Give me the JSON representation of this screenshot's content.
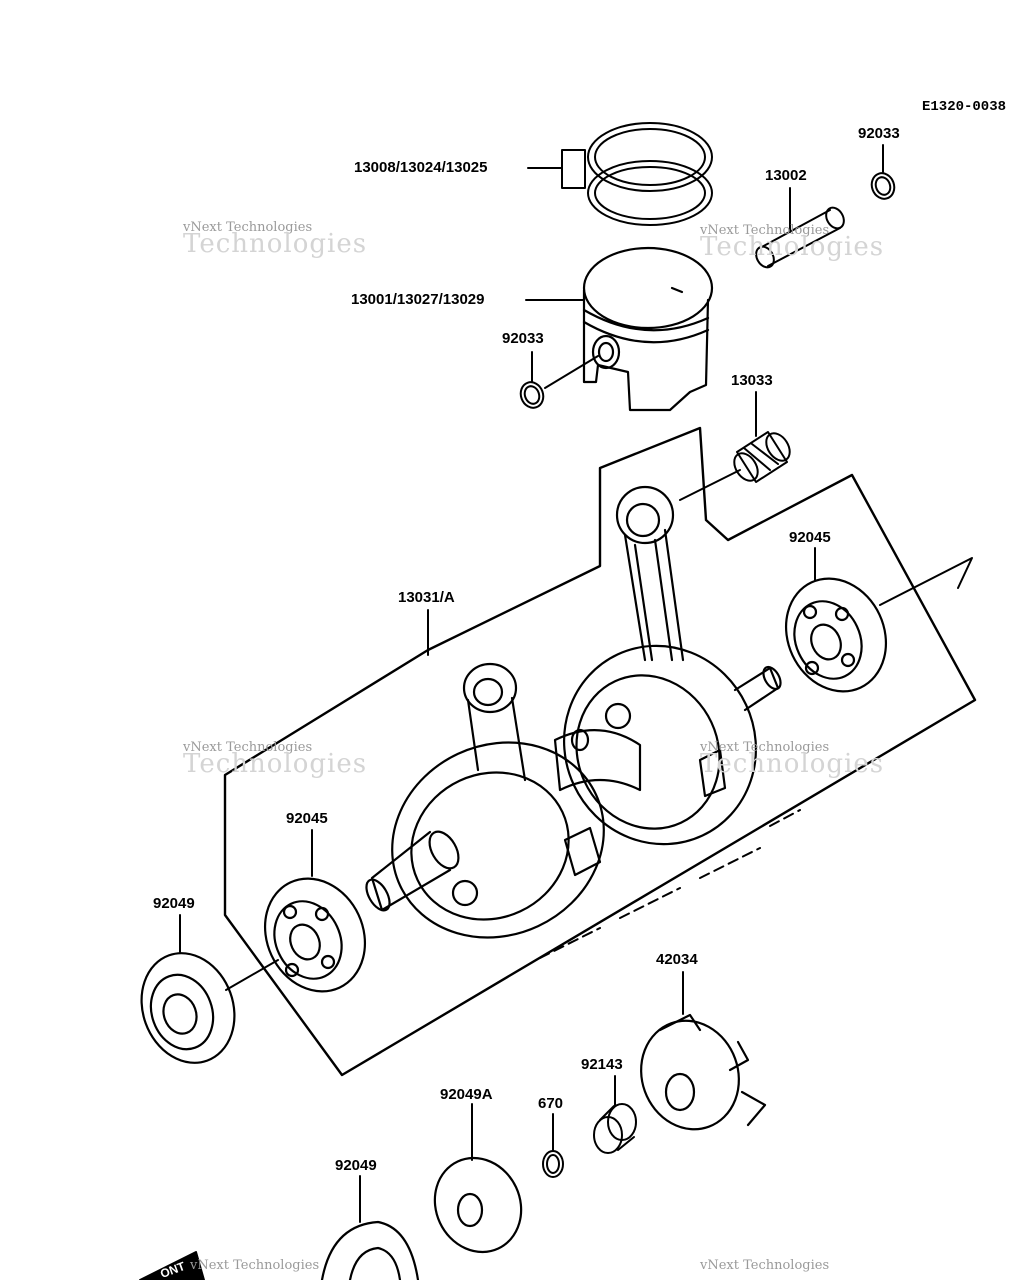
{
  "diagram_code": "E1320-0038",
  "labels": {
    "piston_rings": "13008/13024/13025",
    "piston_pin": "13002",
    "clip_top": "92033",
    "piston": "13001/13027/13029",
    "clip_left": "92033",
    "needle_bearing": "13033",
    "crankshaft": "13031/A",
    "bearing_right": "92045",
    "bearing_left": "92045",
    "oil_seal_left": "92049",
    "impeller": "42034",
    "collar": "92143",
    "oil_seal_a": "92049A",
    "o_ring": "670",
    "oil_seal_bottom": "92049"
  },
  "watermark": {
    "line1": "vNext Technologies",
    "line2": "Technologies"
  },
  "corner_stamp": "ONT"
}
